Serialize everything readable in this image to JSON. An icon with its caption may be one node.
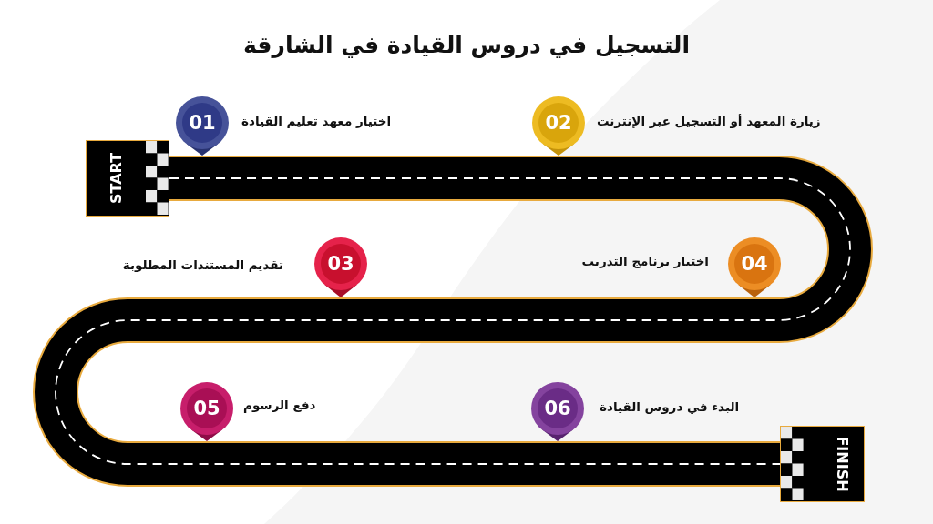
{
  "diagram": {
    "title": "التسجيل في دروس القيادة في الشارقة",
    "nodes": [
      {
        "text": [
          "START"
        ]
      },
      {
        "text": [
          "01"
        ],
        "beside": [
          "اختيار معهد تعليم القيادة"
        ]
      },
      {
        "text": [
          "02"
        ],
        "beside": [
          "زيارة المعهد أو التسجيل عبر الإنترنت"
        ]
      },
      {
        "text": [
          "03"
        ],
        "beside": [
          "تقديم المستندات المطلوبة"
        ]
      },
      {
        "text": [
          "04"
        ],
        "beside": [
          "اختيار برنامج التدريب"
        ]
      },
      {
        "text": [
          "05"
        ],
        "beside": [
          "دفع الرسوم"
        ]
      },
      {
        "text": [
          "06"
        ],
        "beside": [
          "البدء في دروس القيادة"
        ]
      },
      {
        "text": [
          "FINISH"
        ]
      }
    ],
    "edges": [
      {
        "from": 0,
        "to": 7,
        "arrow": "none"
      }
    ]
  }
}
